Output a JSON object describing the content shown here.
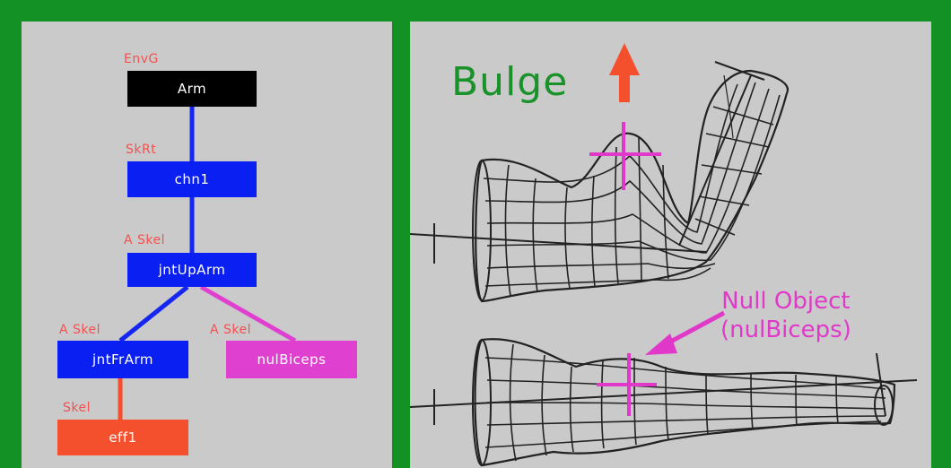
{
  "hierarchy": {
    "nodes": [
      {
        "id": "arm",
        "label": "Arm",
        "type_label": "EnvG",
        "fill": "#000000"
      },
      {
        "id": "chn1",
        "label": "chn1",
        "type_label": "SkRt",
        "fill": "#0a1ff2"
      },
      {
        "id": "jntUpArm",
        "label": "jntUpArm",
        "type_label": "A Skel",
        "fill": "#0a1ff2"
      },
      {
        "id": "jntFrArm",
        "label": "jntFrArm",
        "type_label": "A Skel",
        "fill": "#0a1ff2"
      },
      {
        "id": "nulBiceps",
        "label": "nulBiceps",
        "type_label": "A Skel",
        "fill": "#e040d0"
      },
      {
        "id": "eff1",
        "label": "eff1",
        "type_label": "Skel",
        "fill": "#f4502d"
      }
    ]
  },
  "illustration": {
    "title": "Bulge",
    "null_label_line1": "Null Object",
    "null_label_line2": "(nulBiceps)",
    "colors": {
      "title": "#189229",
      "arrow_up": "#f4502d",
      "marker": "#e038c9",
      "wire": "#222222"
    }
  }
}
